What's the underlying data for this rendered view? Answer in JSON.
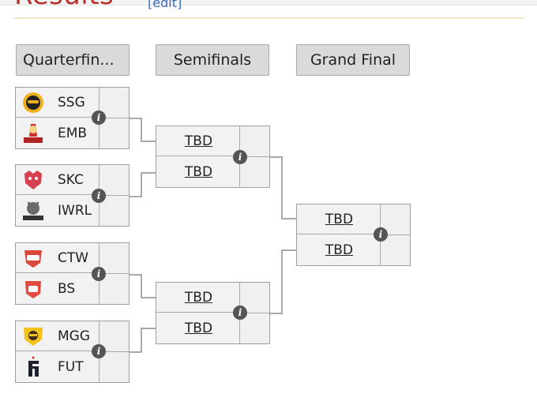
{
  "page": {
    "heading": "Results",
    "edit_link": "[edit]"
  },
  "rounds": [
    {
      "label": "Quarterfin..."
    },
    {
      "label": "Semifinals"
    },
    {
      "label": "Grand Final"
    }
  ],
  "quarterfinals": [
    {
      "team1": {
        "name": "SSG",
        "logo": "ssg-logo"
      },
      "team2": {
        "name": "EMB",
        "logo": "emb-logo"
      }
    },
    {
      "team1": {
        "name": "SKC",
        "logo": "skc-logo"
      },
      "team2": {
        "name": "IWRL",
        "logo": "iwrl-logo"
      }
    },
    {
      "team1": {
        "name": "CTW",
        "logo": "ctw-logo"
      },
      "team2": {
        "name": "BS",
        "logo": "bs-logo"
      }
    },
    {
      "team1": {
        "name": "MGG",
        "logo": "mgg-logo"
      },
      "team2": {
        "name": "FUT",
        "logo": "fut-logo"
      }
    }
  ],
  "semifinals": [
    {
      "team1": "TBD",
      "team2": "TBD"
    },
    {
      "team1": "TBD",
      "team2": "TBD"
    }
  ],
  "grand_final": {
    "team1": "TBD",
    "team2": "TBD"
  },
  "info_icon": "i",
  "colors": {
    "heading": "#b8312f",
    "edit": "#3a6cc6",
    "header_bg": "#dadada",
    "match_bg": "#f2f2f2",
    "connector": "#a9a9a9",
    "info_bg": "#555555"
  }
}
